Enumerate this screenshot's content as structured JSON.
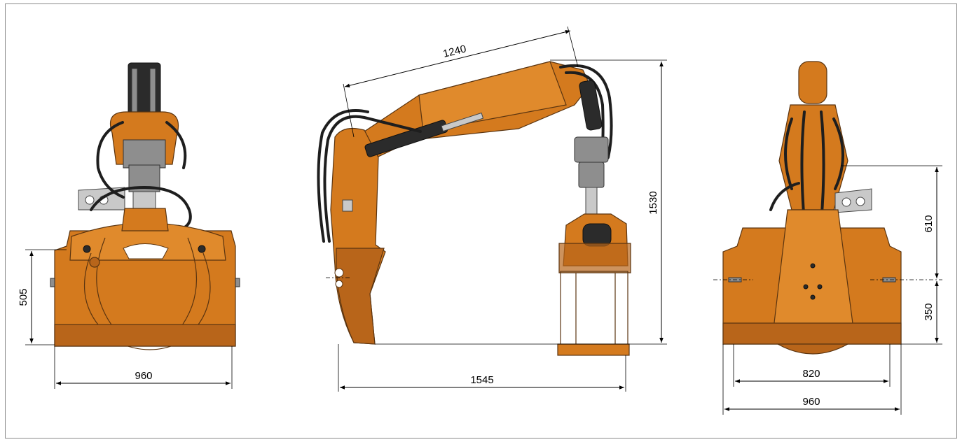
{
  "front_view": {
    "dims": {
      "height": "505",
      "width": "960"
    }
  },
  "side_view": {
    "dims": {
      "arm_length": "1240",
      "total_height": "1530",
      "reach": "1545"
    }
  },
  "rear_view": {
    "dims": {
      "upper_height": "610",
      "lower_height": "350",
      "inner_width": "820",
      "outer_width": "960"
    }
  },
  "colors": {
    "machine_orange": "#d47a1e",
    "hose_black": "#1e1e1e",
    "steel_grey": "#8e8e8e",
    "frame_border": "#8a8a8a"
  }
}
